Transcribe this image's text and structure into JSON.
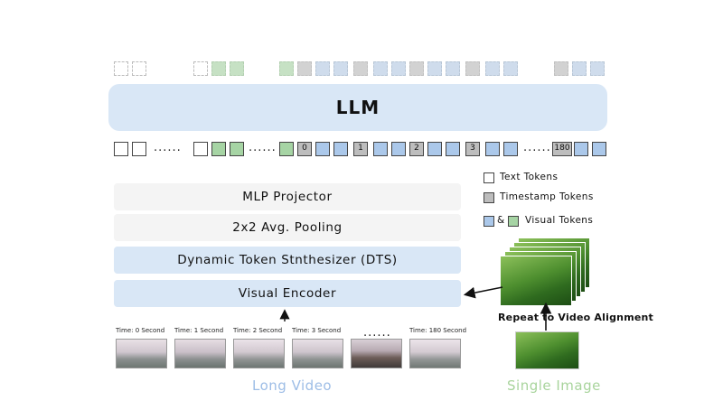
{
  "llm_label": "LLM",
  "token_row": {
    "timestamps": [
      "0",
      "1",
      "2",
      "3",
      "180"
    ],
    "ellipsis": "......"
  },
  "blocks": {
    "mlp": "MLP Projector",
    "pooling": "2x2 Avg. Pooling",
    "dts": "Dynamic Token Stnthesizer (DTS)",
    "encoder": "Visual Encoder"
  },
  "legend": {
    "text_tokens": "Text Tokens",
    "timestamp_tokens": "Timestamp Tokens",
    "visual_tokens": "Visual Tokens",
    "amp": "&"
  },
  "frames": [
    {
      "time": "Time: 0 Second"
    },
    {
      "time": "Time: 1 Second"
    },
    {
      "time": "Time: 2 Second"
    },
    {
      "time": "Time: 3 Second"
    },
    {
      "time": "Time: 180 Second"
    }
  ],
  "frames_ellipsis": "......",
  "repeat_label": "Repeat to Video Alignment",
  "captions": {
    "long_video": "Long Video",
    "single_image": "Single Image"
  },
  "colors": {
    "visual_token": "#abc8ea",
    "image_token": "#a6d4a4",
    "timestamp_token": "#bdbdbd",
    "block_blue": "#d9e7f6",
    "caption_blue": "#9dbde6",
    "caption_green": "#a8d49c"
  }
}
